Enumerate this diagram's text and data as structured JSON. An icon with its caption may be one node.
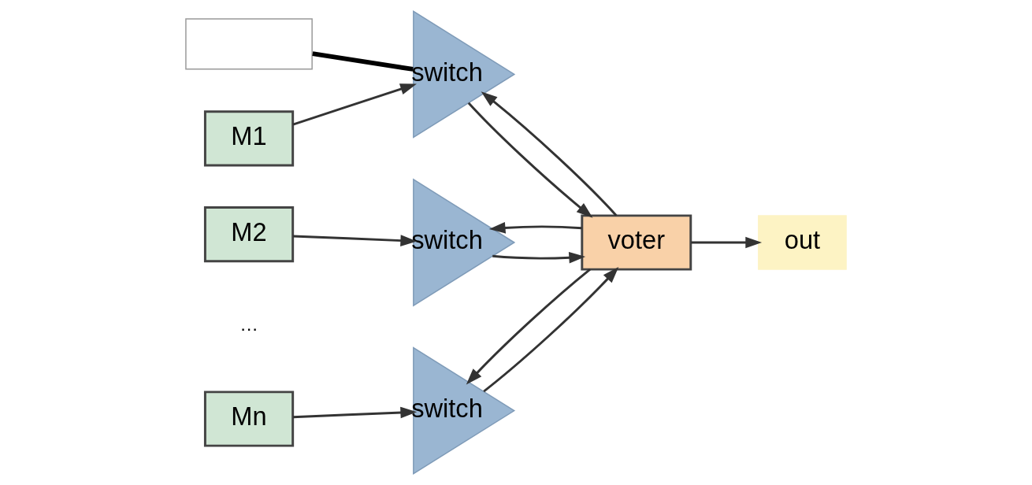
{
  "diagram": {
    "nodes": [
      {
        "text": [
          "M1"
        ]
      },
      {
        "text": [
          "M2"
        ]
      },
      {
        "text": [
          "Mn"
        ]
      },
      {
        "text": [
          "switch"
        ]
      },
      {
        "text": [
          "switch"
        ]
      },
      {
        "text": [
          "switch"
        ]
      },
      {
        "text": [
          "voter"
        ]
      },
      {
        "text": [
          "out"
        ]
      },
      {
        "text": [],
        "shape": "box"
      }
    ],
    "edges": [
      {
        "from": 0,
        "to": 3,
        "arrow": "to"
      },
      {
        "from": 1,
        "to": 4,
        "arrow": "to"
      },
      {
        "from": 2,
        "to": 5,
        "arrow": "to"
      },
      {
        "from": 3,
        "to": 6,
        "arrow": "to"
      },
      {
        "from": 4,
        "to": 6,
        "arrow": "to"
      },
      {
        "from": 5,
        "to": 6,
        "arrow": "to"
      },
      {
        "from": 6,
        "to": 7,
        "arrow": "to"
      },
      {
        "from": 6,
        "to": 3,
        "arrow": "to"
      },
      {
        "from": 6,
        "to": 4,
        "arrow": "to"
      },
      {
        "from": 6,
        "to": 5,
        "arrow": "to"
      },
      {
        "from": 8,
        "to": 3,
        "arrow": "none",
        "style": "thick",
        "color": "#000000"
      }
    ],
    "labels": [
      "…"
    ]
  }
}
